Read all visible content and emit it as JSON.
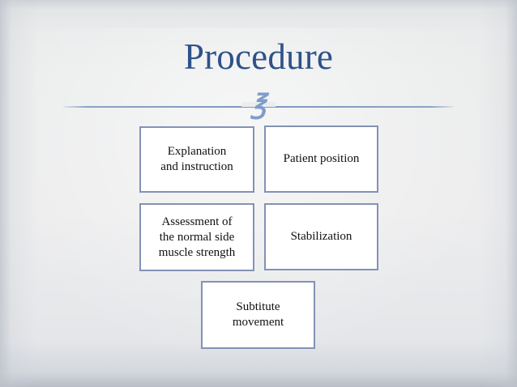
{
  "slide": {
    "title": "Procedure",
    "ornament_glyph": "℥",
    "ornament_name": "decorative-flourish",
    "title_color": "#2f5288",
    "divider_color": "#8097c0",
    "background_color": "#eceded",
    "box_border_color": "#8392b5",
    "box_fill_color": "#ffffff",
    "body_text_color": "#111111"
  },
  "flow": {
    "boxes": [
      {
        "id": "explanation",
        "lines": [
          "Explanation",
          "and instruction"
        ]
      },
      {
        "id": "patient",
        "lines": [
          "Patient position"
        ]
      },
      {
        "id": "assessment",
        "lines": [
          "Assessment of",
          "the normal side",
          "muscle strength"
        ]
      },
      {
        "id": "stabilization",
        "lines": [
          "Stabilization"
        ]
      },
      {
        "id": "substitute",
        "lines": [
          "Subtitute",
          "movement"
        ]
      }
    ]
  },
  "text": {
    "box_explanation_line1": "Explanation",
    "box_explanation_line2": "and instruction",
    "box_patient_line1": "Patient position",
    "box_assessment_line1": "Assessment of",
    "box_assessment_line2": "the normal side",
    "box_assessment_line3": "muscle strength",
    "box_stabilization_line1": "Stabilization",
    "box_substitute_line1": "Subtitute",
    "box_substitute_line2": "movement"
  }
}
